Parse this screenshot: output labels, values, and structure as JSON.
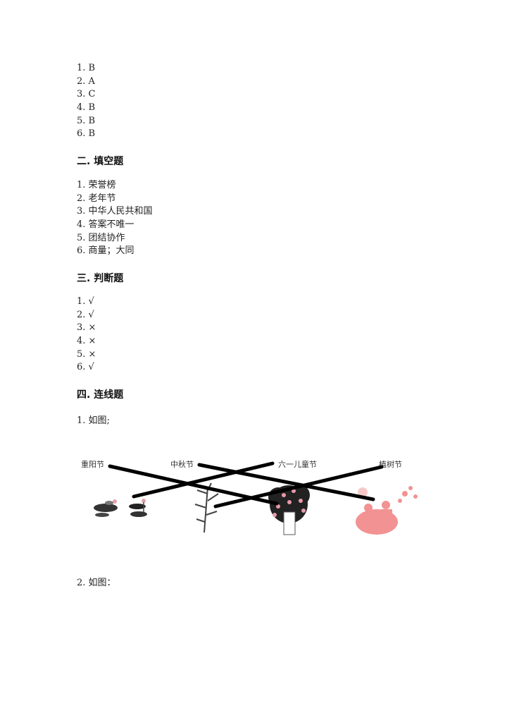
{
  "section1": {
    "answers": [
      "1. B",
      "2. A",
      "3. C",
      "4. B",
      "5. B",
      "6. B"
    ]
  },
  "section2": {
    "title": "二. 填空题",
    "answers": [
      "1. 荣誉榜",
      "2. 老年节",
      "3. 中华人民共和国",
      "4. 答案不唯一",
      "5. 团结协作",
      "6. 商量；大同"
    ]
  },
  "section3": {
    "title": "三. 判断题",
    "answers": [
      "1. √",
      "2. √",
      "3. ×",
      "4. ×",
      "5. ×",
      "6. √"
    ]
  },
  "section4": {
    "title": "四. 连线题",
    "q1": "1. 如图;",
    "q2": "2. 如图：",
    "diagram": {
      "labels": [
        "重阳节",
        "中秋节",
        "六一儿童节",
        "植树节"
      ],
      "pictures": [
        "lotus-pond",
        "osmanthus-plant",
        "peach-tree",
        "family-gathering"
      ]
    }
  }
}
